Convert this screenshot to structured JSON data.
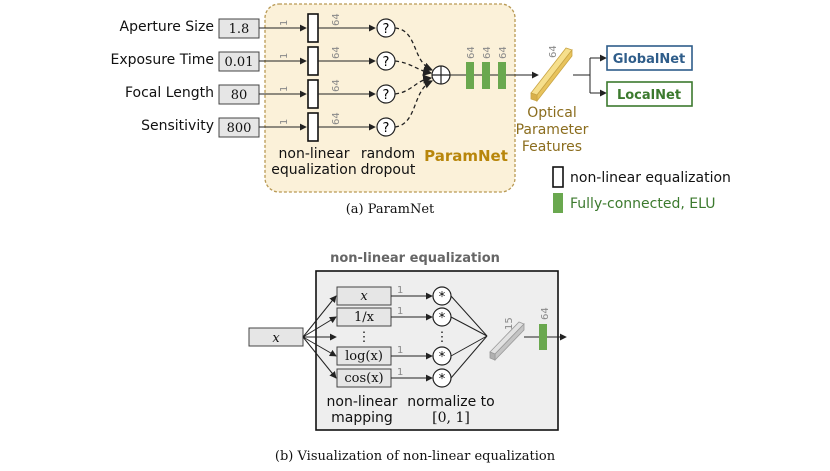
{
  "paramnet": {
    "inputs": [
      {
        "label": "Aperture Size",
        "value": "1.8"
      },
      {
        "label": "Exposure Time",
        "value": "0.01"
      },
      {
        "label": "Focal Length",
        "value": "80"
      },
      {
        "label": "Sensitivity",
        "value": "800"
      }
    ],
    "dim_one": "1",
    "dim_64": "64",
    "dropout_symbol": "?",
    "eq_label_1": "non-linear",
    "eq_label_2": "equalization",
    "dropout_label_1": "random",
    "dropout_label_2": "dropout",
    "name": "ParamNet",
    "features_1": "Optical",
    "features_2": "Parameter",
    "features_3": "Features",
    "global_net": "GlobalNet",
    "local_net": "LocalNet",
    "legend_eq": "non-linear equalization",
    "legend_fc": "Fully-connected, ELU",
    "caption": "(a) ParamNet",
    "colors": {
      "panel_fill": "#fbf1d9",
      "panel_border": "#b99a55",
      "fc_green": "#6aa84f",
      "paramnet_text": "#b8860b",
      "features_text": "#8b6d1e",
      "global_border": "#2f5d8a",
      "local_border": "#3c7a2e"
    }
  },
  "equalization": {
    "title": "non-linear equalization",
    "input": "x",
    "mappings": [
      "x",
      "1/x",
      "⋮",
      "log(x)",
      "cos(x)"
    ],
    "dim_one": "1",
    "dim_15": "15",
    "dim_64": "64",
    "op_symbol": "*",
    "vdots": "⋮",
    "mapping_label_1": "non-linear",
    "mapping_label_2": "mapping",
    "normalize_label_1": "normalize to",
    "normalize_label_2": "[0, 1]",
    "caption": "(b) Visualization of non-linear equalization"
  }
}
